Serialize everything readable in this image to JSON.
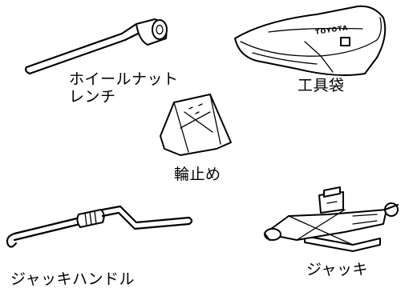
{
  "items": {
    "wrench": {
      "label_line1": "ホイールナット",
      "label_line2": "レンチ"
    },
    "bag": {
      "label": "工具袋",
      "brand": "TOYOTA"
    },
    "chock": {
      "label": "輪止め"
    },
    "handle": {
      "label": "ジャッキハンドル"
    },
    "jack": {
      "label": "ジャッキ"
    }
  }
}
